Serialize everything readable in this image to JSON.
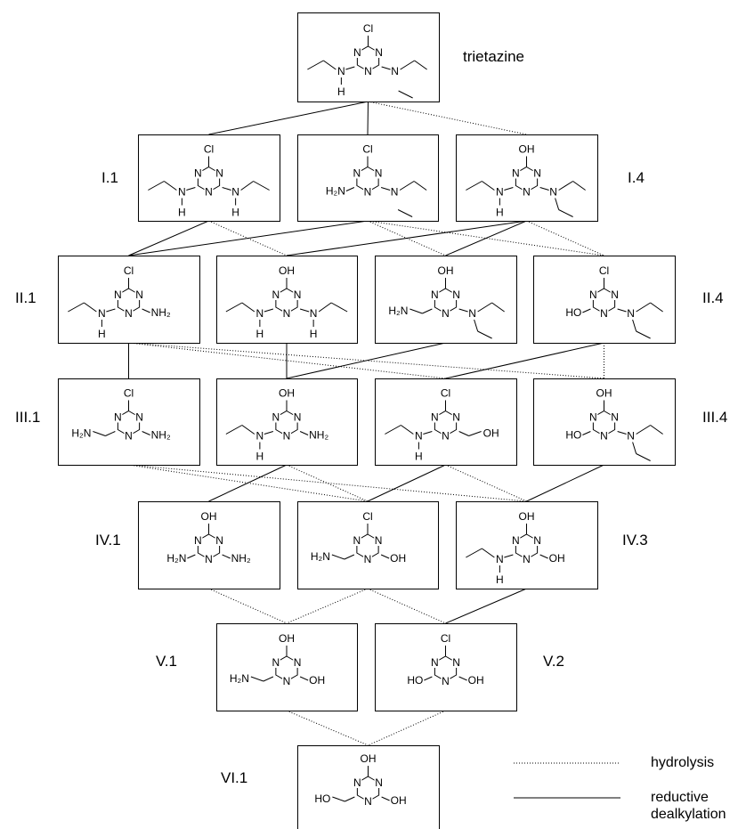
{
  "compounds": [
    {
      "id": "trietazine",
      "label": "trietazine",
      "top": "Cl",
      "left_sub": "ethylamino-H",
      "right_sub": "diethylamino-partial"
    },
    {
      "id": "I.1",
      "label": "I.1",
      "top": "Cl",
      "left_sub": "ethylamino-H",
      "right_sub": "ethylamino-H"
    },
    {
      "id": "I.2",
      "label": "",
      "top": "Cl",
      "left_sub": "NH2",
      "right_sub": "ethyl-chain"
    },
    {
      "id": "I.4",
      "label": "I.4",
      "top": "OH",
      "left_sub": "ethylamino-H",
      "right_sub": "diethylamino"
    },
    {
      "id": "II.1",
      "label": "II.1",
      "top": "Cl",
      "left_sub": "ethylamino-H",
      "right_sub": "NH2"
    },
    {
      "id": "II.2",
      "label": "",
      "top": "OH",
      "left_sub": "ethylamino-H",
      "right_sub": "ethylamino-H"
    },
    {
      "id": "II.3",
      "label": "",
      "top": "OH",
      "left_sub": "NH2-chain",
      "right_sub": "diethylamino"
    },
    {
      "id": "II.4",
      "label": "II.4",
      "top": "Cl",
      "left_sub": "HO",
      "right_sub": "diethylamino"
    },
    {
      "id": "III.1",
      "label": "III.1",
      "top": "Cl",
      "left_sub": "NH2-chain",
      "right_sub": "NH2"
    },
    {
      "id": "III.2",
      "label": "",
      "top": "OH",
      "left_sub": "ethylamino-H",
      "right_sub": "NH2"
    },
    {
      "id": "III.3",
      "label": "",
      "top": "Cl",
      "left_sub": "ethylamino-H",
      "right_sub": "OH-chain"
    },
    {
      "id": "III.4",
      "label": "III.4",
      "top": "OH",
      "left_sub": "HO",
      "right_sub": "diethylamino"
    },
    {
      "id": "IV.1",
      "label": "IV.1",
      "top": "OH",
      "left_sub": "NH2",
      "right_sub": "NH2"
    },
    {
      "id": "IV.2",
      "label": "",
      "top": "Cl",
      "left_sub": "NH2-chain",
      "right_sub": "OH"
    },
    {
      "id": "IV.3",
      "label": "IV.3",
      "top": "OH",
      "left_sub": "ethylamino-H",
      "right_sub": "OH"
    },
    {
      "id": "V.1",
      "label": "V.1",
      "top": "OH",
      "left_sub": "NH2-chain",
      "right_sub": "OH"
    },
    {
      "id": "V.2",
      "label": "V.2",
      "top": "Cl",
      "left_sub": "HO",
      "right_sub": "OH"
    },
    {
      "id": "VI.1",
      "label": "VI.1",
      "top": "OH",
      "left_sub": "HO-chain",
      "right_sub": "OH"
    }
  ],
  "edges": [
    {
      "from": "trietazine",
      "to": "I.1",
      "type": "reductive"
    },
    {
      "from": "trietazine",
      "to": "I.2",
      "type": "reductive"
    },
    {
      "from": "trietazine",
      "to": "I.4",
      "type": "hydrolysis"
    },
    {
      "from": "I.1",
      "to": "II.1",
      "type": "reductive"
    },
    {
      "from": "I.1",
      "to": "II.2",
      "type": "hydrolysis"
    },
    {
      "from": "I.2",
      "to": "II.1",
      "type": "reductive"
    },
    {
      "from": "I.2",
      "to": "II.3",
      "type": "hydrolysis"
    },
    {
      "from": "I.2",
      "to": "II.4",
      "type": "hydrolysis"
    },
    {
      "from": "I.4",
      "to": "II.2",
      "type": "reductive"
    },
    {
      "from": "I.4",
      "to": "II.3",
      "type": "reductive"
    },
    {
      "from": "I.4",
      "to": "II.4",
      "type": "hydrolysis"
    },
    {
      "from": "II.1",
      "to": "III.1",
      "type": "reductive"
    },
    {
      "from": "II.1",
      "to": "III.3",
      "type": "hydrolysis"
    },
    {
      "from": "II.1",
      "to": "III.4",
      "type": "hydrolysis"
    },
    {
      "from": "II.2",
      "to": "III.2",
      "type": "reductive"
    },
    {
      "from": "II.3",
      "to": "III.2",
      "type": "reductive"
    },
    {
      "from": "II.4",
      "to": "III.3",
      "type": "reductive"
    },
    {
      "from": "II.4",
      "to": "III.4",
      "type": "hydrolysis"
    },
    {
      "from": "III.1",
      "to": "IV.2",
      "type": "hydrolysis"
    },
    {
      "from": "III.1",
      "to": "IV.3",
      "type": "hydrolysis"
    },
    {
      "from": "III.2",
      "to": "IV.1",
      "type": "reductive"
    },
    {
      "from": "III.2",
      "to": "IV.2",
      "type": "hydrolysis"
    },
    {
      "from": "III.3",
      "to": "IV.2",
      "type": "reductive"
    },
    {
      "from": "III.3",
      "to": "IV.3",
      "type": "hydrolysis"
    },
    {
      "from": "III.4",
      "to": "IV.3",
      "type": "reductive"
    },
    {
      "from": "IV.1",
      "to": "V.1",
      "type": "hydrolysis"
    },
    {
      "from": "IV.2",
      "to": "V.1",
      "type": "hydrolysis"
    },
    {
      "from": "IV.2",
      "to": "V.2",
      "type": "hydrolysis"
    },
    {
      "from": "IV.3",
      "to": "V.2",
      "type": "reductive"
    },
    {
      "from": "V.1",
      "to": "VI.1",
      "type": "hydrolysis"
    },
    {
      "from": "V.2",
      "to": "VI.1",
      "type": "hydrolysis"
    }
  ],
  "legend": {
    "hydrolysis": "hydrolysis",
    "reductive_line1": "reductive",
    "reductive_line2": "dealkylation"
  },
  "atoms": {
    "N": "N",
    "H": "H",
    "NH2": "NH₂",
    "H2N": "H₂N",
    "HO": "HO",
    "OH": "OH",
    "Cl": "Cl"
  }
}
